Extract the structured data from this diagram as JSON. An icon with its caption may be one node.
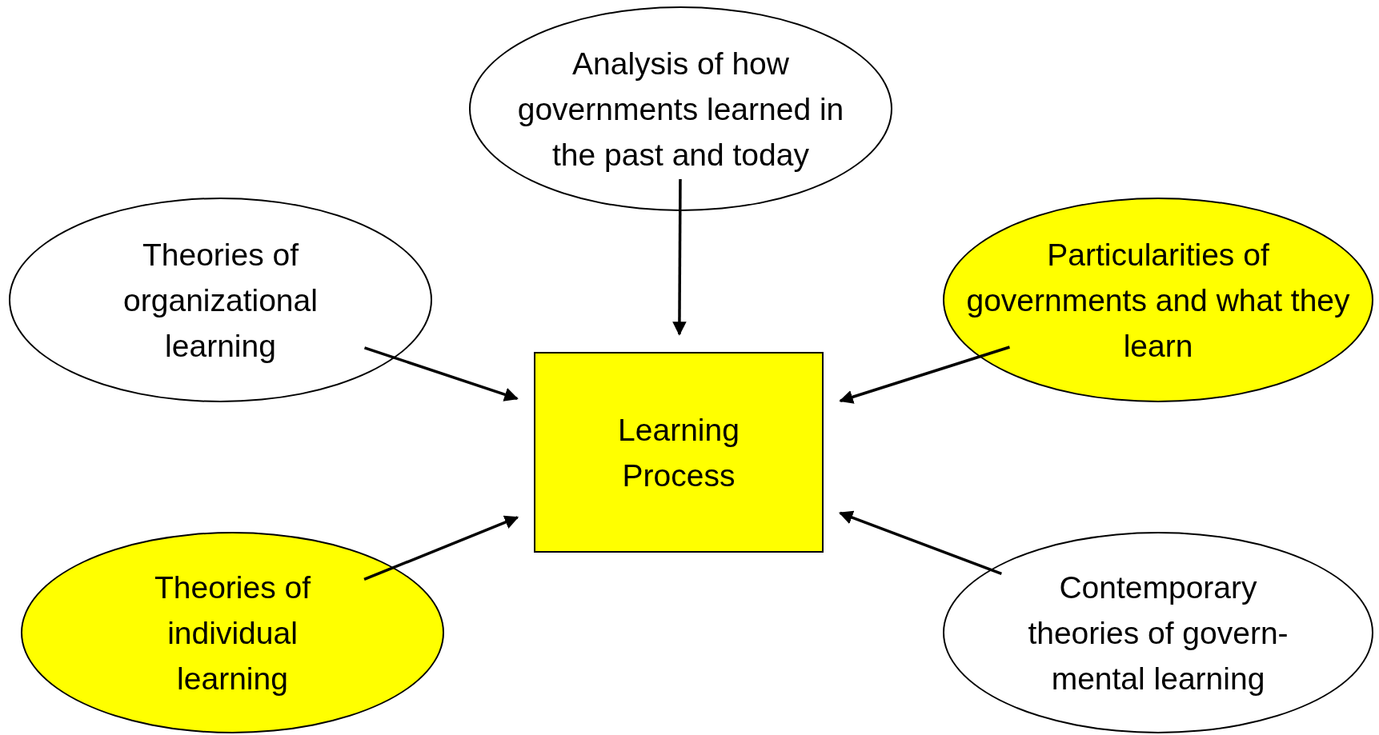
{
  "diagram": {
    "nodes": [
      {
        "text": [
          "Analysis of how governments learned in the past and today"
        ]
      },
      {
        "text": [
          "Theories of organizational learning"
        ]
      },
      {
        "text": [
          "Particularities of governments and what they learn"
        ]
      },
      {
        "text": [
          "Learning Process"
        ]
      },
      {
        "text": [
          "Theories of individual learning"
        ]
      },
      {
        "text": [
          "Contemporary theories of govern- mental learning"
        ]
      }
    ],
    "edges": [
      {
        "from": 0,
        "to": 3,
        "arrow": "to"
      },
      {
        "from": 1,
        "to": 3,
        "arrow": "to"
      },
      {
        "from": 2,
        "to": 3,
        "arrow": "to"
      },
      {
        "from": 4,
        "to": 3,
        "arrow": "to"
      },
      {
        "from": 5,
        "to": 3,
        "arrow": "to"
      }
    ]
  }
}
